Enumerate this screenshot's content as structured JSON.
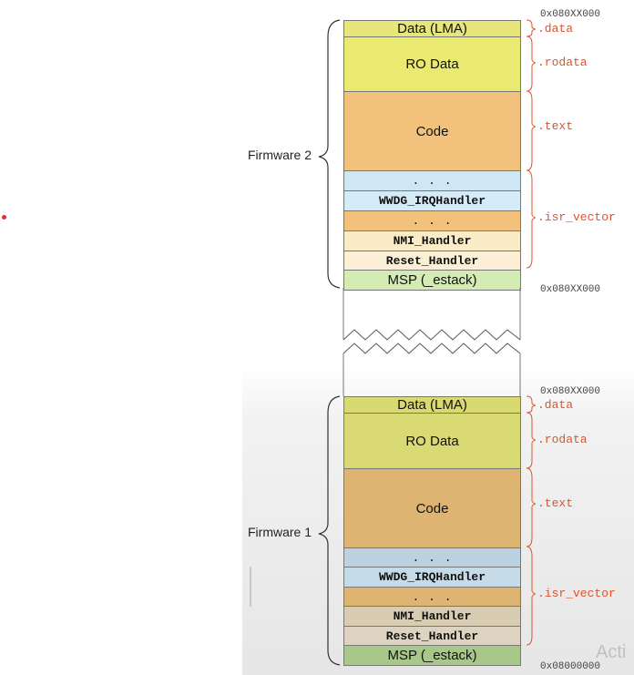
{
  "dot_color": "#e03030",
  "section_color": "#e0522a",
  "firmware2": {
    "label": "Firmware 2",
    "addr_top": "0x080XX000",
    "addr_bottom": "0x080XX000",
    "segments": [
      {
        "text": "Data (LMA)",
        "color": "#e6e67a"
      },
      {
        "text": "RO Data",
        "color": "#eaea70"
      },
      {
        "text": "Code",
        "color": "#f2c27c"
      },
      {
        "text": ". . .",
        "color": "#cfe6f5"
      },
      {
        "text": "WWDG_IRQHandler",
        "color": "#d6ebf8"
      },
      {
        "text": ". . .",
        "color": "#f2c27c"
      },
      {
        "text": "NMI_Handler",
        "color": "#fbecc8"
      },
      {
        "text": "Reset_Handler",
        "color": "#fbf0d6"
      },
      {
        "text": "MSP (_estack)",
        "color": "#d4ecb4"
      }
    ],
    "sections": [
      ".data",
      ".rodata",
      ".text",
      ".isr_vector"
    ]
  },
  "firmware1": {
    "label": "Firmware 1",
    "addr_top": "0x080XX000",
    "addr_bottom": "0x08000000",
    "segments": [
      {
        "text": "Data (LMA)",
        "color": "#d9d972"
      },
      {
        "text": "RO Data",
        "color": "#dada74"
      },
      {
        "text": "Code",
        "color": "#deb472"
      },
      {
        "text": ". . .",
        "color": "#bcd2e0"
      },
      {
        "text": "WWDG_IRQHandler",
        "color": "#c6dbe8"
      },
      {
        "text": ". . .",
        "color": "#deb472"
      },
      {
        "text": "NMI_Handler",
        "color": "#d8ccb2"
      },
      {
        "text": "Reset_Handler",
        "color": "#ddd3c0"
      },
      {
        "text": "MSP (_estack)",
        "color": "#a8c88a"
      }
    ],
    "sections": [
      ".data",
      ".rodata",
      ".text",
      ".isr_vector"
    ]
  },
  "watermark": "Acti"
}
